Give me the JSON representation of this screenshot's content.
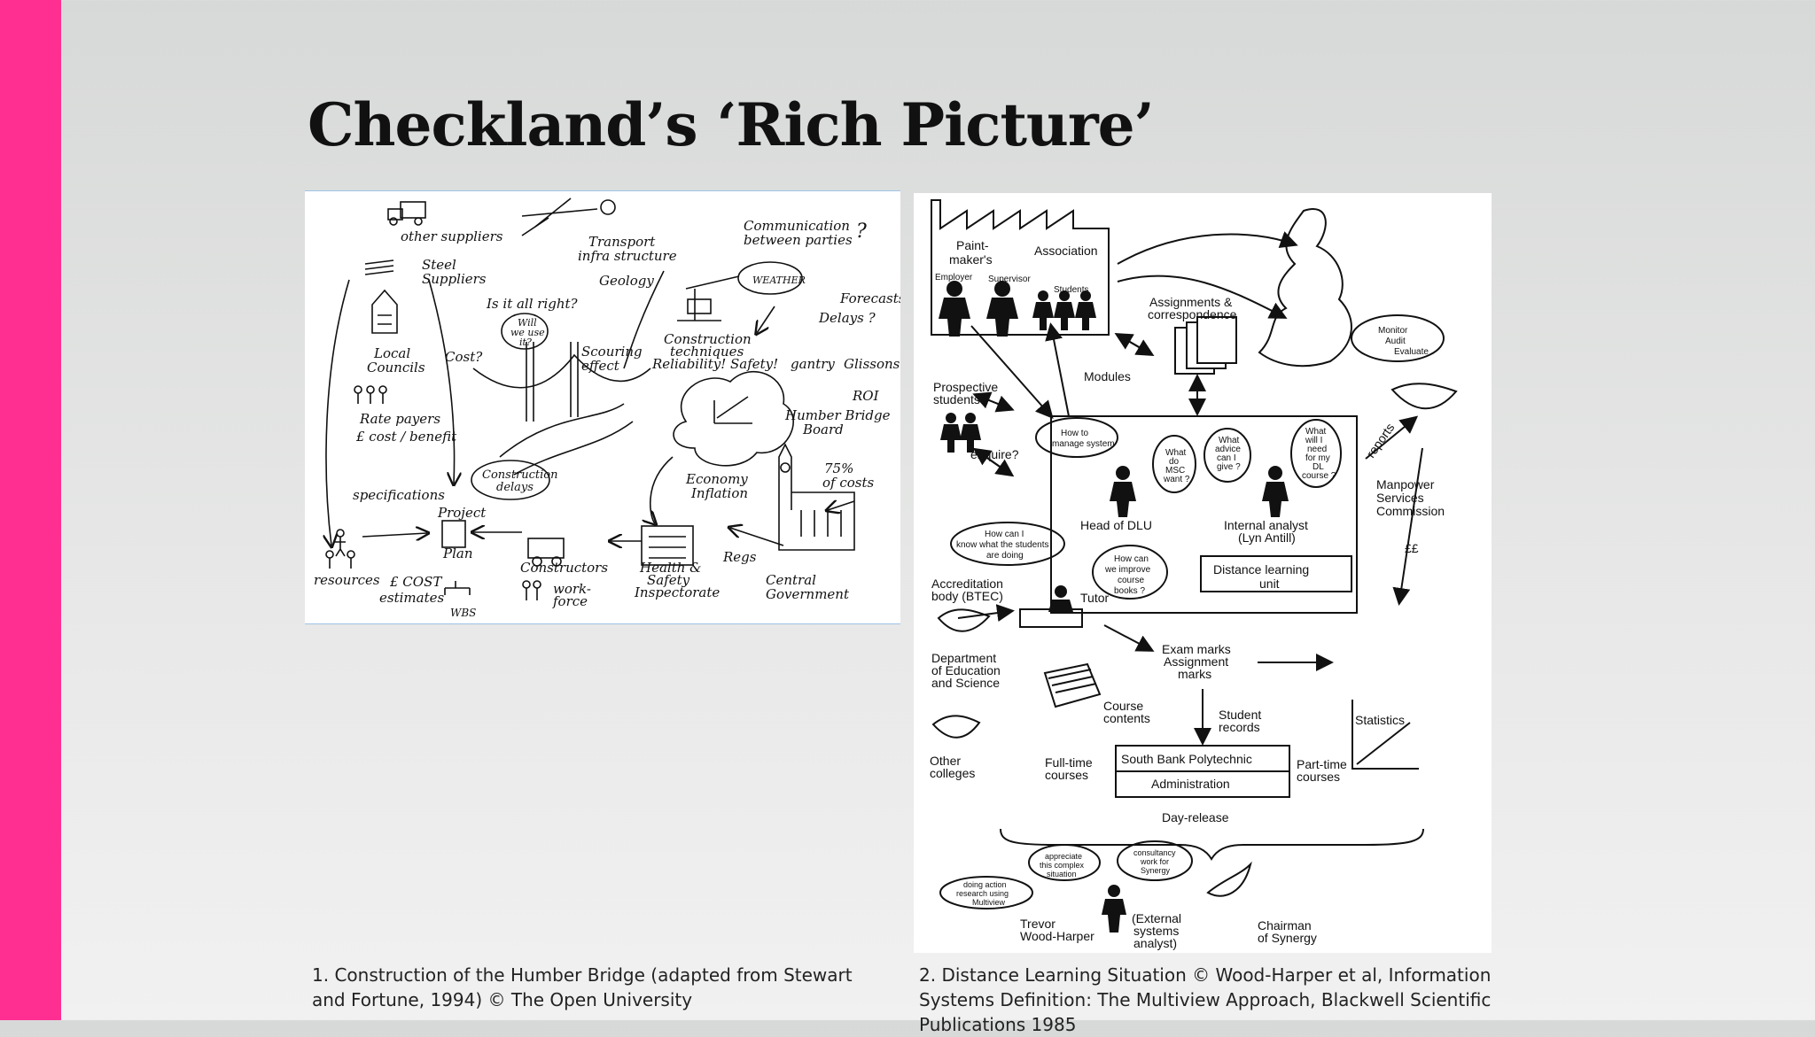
{
  "slide": {
    "title": "Checkland’s ‘Rich Picture’",
    "accent_color": "#ff2f92"
  },
  "left_picture": {
    "labels": {
      "other_suppliers": "other suppliers",
      "transport": "Transport",
      "infrastructure": "infra structure",
      "communication": "Communication",
      "between_parties": "between parties",
      "question_mark": "?",
      "steel": "Steel",
      "suppliers": "Suppliers",
      "is_it_all_right": "Is it all right?",
      "geology": "Geology",
      "weather": "WEATHER",
      "forecasts": "Forecasts!",
      "delays": "Delays ?",
      "will": "Will",
      "we_use": "we use",
      "it": "it?",
      "cost_q": "Cost?",
      "scouring": "Scouring",
      "effect": "effect",
      "construction_techniques_1": "Construction",
      "construction_techniques_2": "techniques",
      "reliability_safety": "Reliability! Safety!",
      "gantry": "gantry",
      "glissons": "Glissons",
      "roi": "ROI",
      "local": "Local",
      "councils": "Councils",
      "humber_bridge": "Humber Bridge",
      "board": "Board",
      "rate_payers": "Rate payers",
      "cost_benefit": "£ cost / benefit",
      "economy": "Economy",
      "inflation": "Inflation",
      "pct_75": "75%",
      "of_costs": "of costs",
      "specifications": "specifications",
      "construction_delays_1": "Construction",
      "construction_delays_2": "delays",
      "project": "Project",
      "plan": "Plan",
      "resources": "resources",
      "cost_estimates_1": "£ COST",
      "cost_estimates_2": "estimates",
      "wbs": "WBS",
      "constructors": "Constructors",
      "work_force_1": "work-",
      "work_force_2": "force",
      "health_safety_1": "Health &",
      "health_safety_2": "Safety",
      "health_safety_3": "Inspectorate",
      "regs": "Regs",
      "central_1": "Central",
      "central_2": "Government"
    }
  },
  "right_picture": {
    "labels": {
      "paint_makers_1": "Paint-",
      "paint_makers_2": "maker's",
      "association": "Association",
      "employer": "Employer",
      "supervisor": "Supervisor",
      "students_small": "Students",
      "assignments_1": "Assignments &",
      "assignments_2": "correspondence",
      "monitor": "Monitor",
      "audit": "Audit",
      "evaluate": "Evaluate",
      "modules": "Modules",
      "prospective_1": "Prospective",
      "prospective_2": "students",
      "enquire": "enquire?",
      "how_to_1": "How to",
      "how_to_2": "manage system",
      "what_do_1": "What",
      "what_do_2": "do",
      "what_do_3": "MSC",
      "what_do_4": "want ?",
      "what_advice_1": "What",
      "what_advice_2": "advice",
      "what_advice_3": "can I",
      "what_advice_4": "give ?",
      "what_will_1": "What",
      "what_will_2": "will I",
      "what_will_3": "need",
      "what_will_4": "for my",
      "what_will_5": "DL",
      "what_will_6": "course ?",
      "reports": "reports",
      "head_of_dlu": "Head of DLU",
      "internal_analyst_1": "Internal analyst",
      "internal_analyst_2": "(Lyn Antill)",
      "manpower_1": "Manpower",
      "manpower_2": "Services",
      "manpower_3": "Commission",
      "how_can_i_1": "How can I",
      "how_can_i_2": "know what the students",
      "how_can_i_3": "are doing",
      "how_improve_1": "How can",
      "how_improve_2": "we improve",
      "how_improve_3": "course",
      "how_improve_4": "books ?",
      "dlu_1": "Distance learning",
      "dlu_2": "unit",
      "pounds": "££",
      "accreditation_1": "Accreditation",
      "accreditation_2": "body (BTEC)",
      "tutor": "Tutor",
      "exam_1": "Exam marks",
      "exam_2": "Assignment",
      "exam_3": "marks",
      "des_1": "Department",
      "des_2": "of Education",
      "des_3": "and Science",
      "course_contents_1": "Course",
      "course_contents_2": "contents",
      "student_records_1": "Student",
      "student_records_2": "records",
      "statistics": "Statistics",
      "other_colleges_1": "Other",
      "other_colleges_2": "colleges",
      "full_time_1": "Full-time",
      "full_time_2": "courses",
      "sbp_1": "South Bank Polytechnic",
      "sbp_2": "Administration",
      "part_time_1": "Part-time",
      "part_time_2": "courses",
      "day_release": "Day-release",
      "appreciate_1": "appreciate",
      "appreciate_2": "this complex",
      "appreciate_3": "situation",
      "consultancy_1": "consultancy",
      "consultancy_2": "work for",
      "consultancy_3": "Synergy",
      "action_1": "doing action",
      "action_2": "research using",
      "action_3": "Multiview",
      "trevor_1": "Trevor",
      "trevor_2": "Wood-Harper",
      "external_1": "(External",
      "external_2": "systems",
      "external_3": "analyst)",
      "chairman_1": "Chairman",
      "chairman_2": "of Synergy"
    }
  },
  "captions": {
    "left": "1. Construction of the Humber Bridge (adapted from Stewart and Fortune, 1994) © The Open University",
    "right": "2. Distance Learning Situation © Wood-Harper et al, Information Systems Definition: The Multiview Approach, Blackwell Scientific Publications 1985"
  }
}
